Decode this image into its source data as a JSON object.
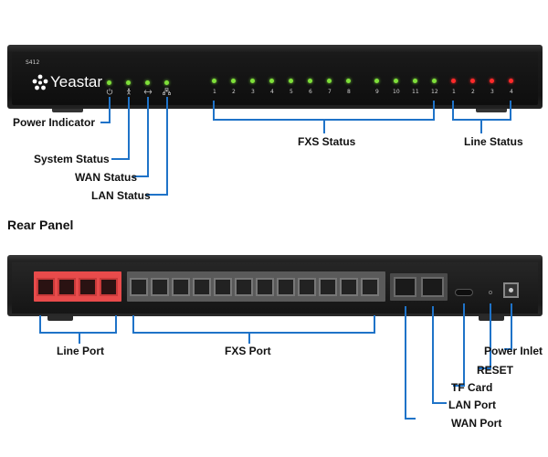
{
  "front_panel": {
    "model": "S412",
    "brand": "Yeastar",
    "power_label": "Power Indicator",
    "system_label": "System Status",
    "wan_label": "WAN Status",
    "lan_label": "LAN Status",
    "fxs_label": "FXS Status",
    "line_label": "Line Status",
    "fxs_numbers": [
      "1",
      "2",
      "3",
      "4",
      "5",
      "6",
      "7",
      "8",
      "9",
      "10",
      "11",
      "12"
    ],
    "line_numbers": [
      "1",
      "2",
      "3",
      "4"
    ]
  },
  "rear_panel": {
    "title": "Rear Panel",
    "line_port_label": "Line Port",
    "fxs_port_label": "FXS Port",
    "power_inlet_label": "Power Inlet",
    "reset_label": "RESET",
    "tf_card_label": "TF Card",
    "lan_port_label": "LAN Port",
    "wan_port_label": "WAN Port"
  },
  "colors": {
    "accent_line": "#1f73c8",
    "led_green": "#7fe03a",
    "led_red": "#ff2a2a",
    "line_port": "#e84b4b",
    "device_body": "#1c1c1c"
  }
}
